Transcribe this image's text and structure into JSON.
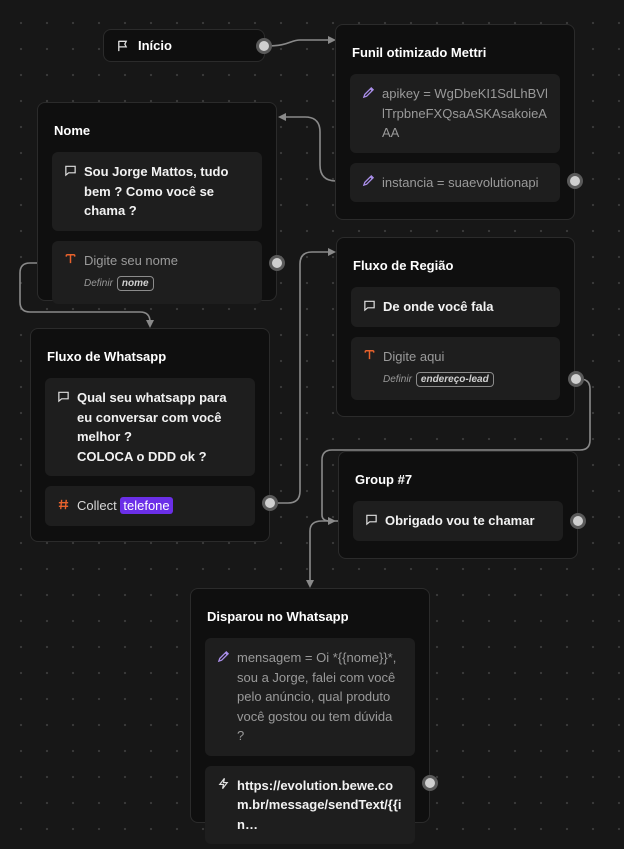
{
  "start": {
    "label": "Início",
    "icon": "flag-icon"
  },
  "funil": {
    "title": "Funil otimizado Mettri",
    "block1": "apikey = WgDbeKI1SdLhBVllTrpbneFXQsaASKAsakoieAAA",
    "block2": "instancia = suaevolutionapi",
    "icon": "pencil-icon"
  },
  "nome": {
    "title": "Nome",
    "message": "Sou Jorge Mattos, tudo bem ? Como você se chama ?",
    "input_placeholder": "Digite seu nome",
    "define_label": "Definir",
    "variable": "nome"
  },
  "regiao": {
    "title": "Fluxo de Região",
    "message": "De onde você fala",
    "input_placeholder": "Digite aqui",
    "define_label": "Definir",
    "variable": "endereço-lead"
  },
  "whatsapp": {
    "title": "Fluxo de Whatsapp",
    "message_line1": "Qual seu whatsapp para eu conversar com você melhor ?",
    "message_line2": "COLOCA o DDD ok ?",
    "collect_label": "Collect",
    "collect_variable": "telefone"
  },
  "group7": {
    "title": "Group #7",
    "message": "Obrigado vou te chamar"
  },
  "disparou": {
    "title": "Disparou no Whatsapp",
    "set_text": "mensagem = Oi *{{nome}}*, sou a Jorge, falei com você pelo anúncio, qual produto você gostou ou tem dúvida ?",
    "webhook_text": "https://evolution.bewe.com.br/message/sendText/{{in…"
  },
  "colors": {
    "background": "#171717",
    "node": "#0f0f0f",
    "block": "#1e1e1e",
    "accent_orange": "#e8622c",
    "accent_purple": "#6b2fe8",
    "pencil": "#a98ee8"
  }
}
